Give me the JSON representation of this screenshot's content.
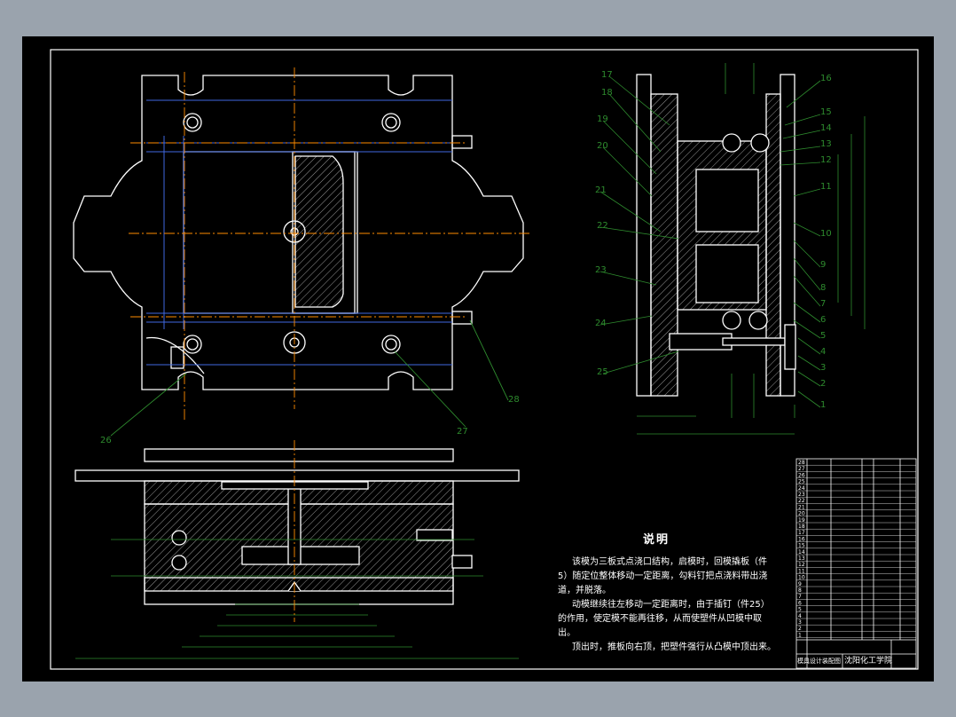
{
  "notes": {
    "title": "说明",
    "line1": "该模为三板式点浇口结构，启模时，回模撬板（件",
    "line2": "5）随定位整体移动一定距离，勾料钉把点浇料带出浇",
    "line3": "道，并脱落。",
    "line4": "动模继续往左移动一定距离时，由于插钉（件25）",
    "line5": "的作用，使定模不能再往移，从而使塑件从凹模中取",
    "line6": "出。",
    "line7": "顶出时，推板向右顶，把塑件强行从凸模中顶出来。"
  },
  "title_block": {
    "school": "沈阳化工学院",
    "drawing_name": "模具设计装配图"
  },
  "balloons": [
    "17",
    "16",
    "18",
    "15",
    "19",
    "14",
    "20",
    "13",
    "12",
    "21",
    "11",
    "10",
    "22",
    "9",
    "23",
    "8",
    "7",
    "24",
    "6",
    "5",
    "25",
    "4",
    "3",
    "2",
    "1",
    "26",
    "27",
    "28"
  ],
  "bom_numbers": [
    "28",
    "27",
    "26",
    "25",
    "24",
    "23",
    "22",
    "21",
    "20",
    "19",
    "18",
    "17",
    "16",
    "15",
    "14",
    "13",
    "12",
    "11",
    "10",
    "9",
    "8",
    "7",
    "6",
    "5",
    "4",
    "3",
    "2",
    "1"
  ],
  "colors": {
    "line": "#ffffff",
    "hatch": "#ffffff",
    "center": "#ff8c00",
    "hidden": "#4169e1",
    "dimension": "#2e8b2e",
    "frame": "#ffffff"
  }
}
